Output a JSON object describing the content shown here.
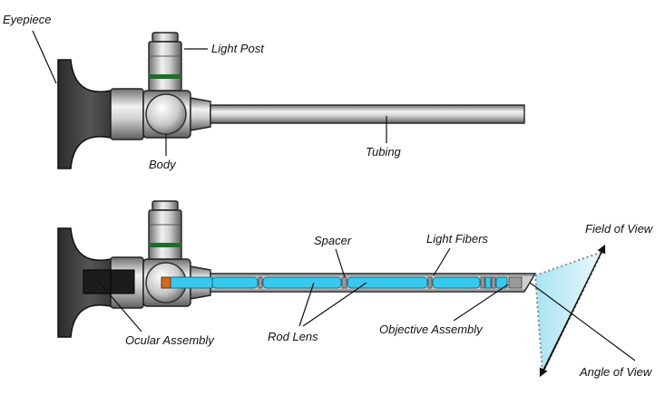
{
  "labels": {
    "eyepiece": "Eyepiece",
    "light_post": "Light Post",
    "body": "Body",
    "tubing": "Tubing",
    "spacer": "Spacer",
    "light_fibers": "Light Fibers",
    "field_of_view": "Field of View",
    "ocular_assembly": "Ocular Assembly",
    "rod_lens": "Rod Lens",
    "objective_assembly": "Objective Assembly",
    "angle_of_view": "Angle of View"
  },
  "colors": {
    "eyepiece": "#3a3a3a",
    "metal_light": "#e6e6e6",
    "metal_dark": "#7a7a7a",
    "green_band": "#1f6b2d",
    "lens_blue": "#38c9ee",
    "lens_orange": "#d2691e",
    "view_cone": "#bfe9f5"
  }
}
